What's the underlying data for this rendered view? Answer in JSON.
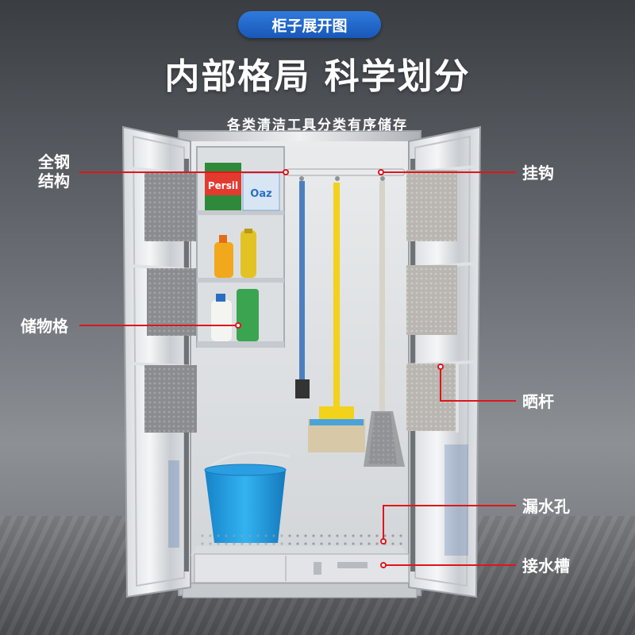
{
  "header": {
    "badge": "柜子展开图",
    "headline": "内部格局  科学划分",
    "subline": "各类清洁工具分类有序储存"
  },
  "callouts": {
    "steel_structure": "全钢\n结构",
    "hook": "挂钩",
    "storage_compartment": "储物格",
    "drying_rod": "晒杆",
    "drain_holes": "漏水孔",
    "drip_tray": "接水槽"
  },
  "products": {
    "detergent_brand": "Persil",
    "box_brand": "Oaz"
  },
  "colors": {
    "badge_blue": "#1f67c9",
    "callout_red": "#e0151b",
    "bucket_blue": "#1fa0e6",
    "broom_yellow": "#f2d21b"
  }
}
